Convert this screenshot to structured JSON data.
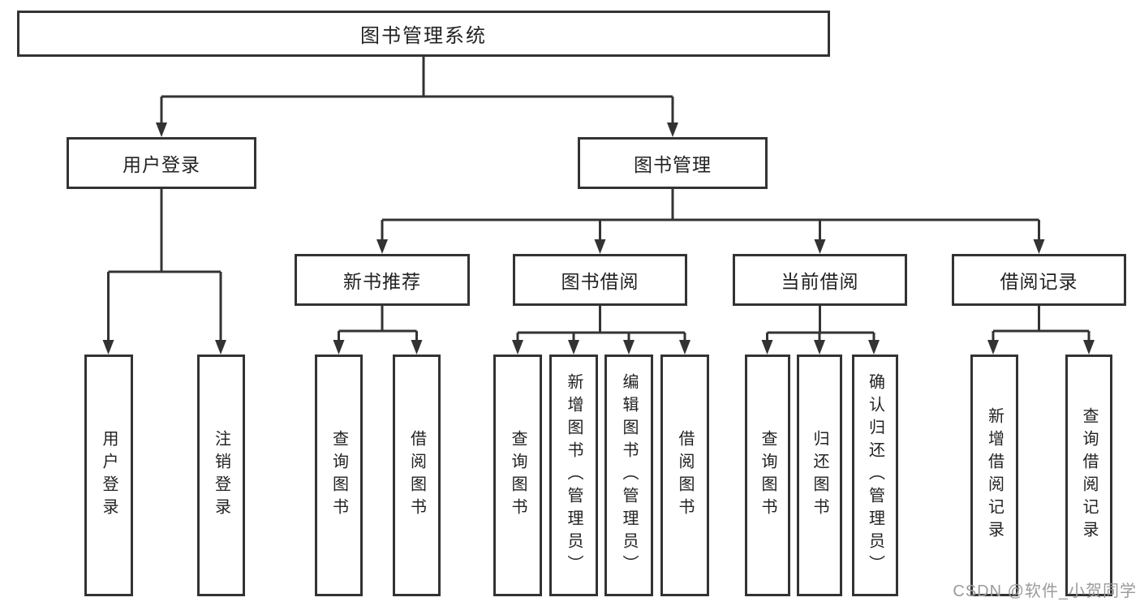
{
  "colors": {
    "line": "#333333",
    "text": "#222222",
    "box_background": "#ffffff",
    "watermark": "#9b9b9b"
  },
  "nodes": {
    "root": "图书管理系统",
    "user_login": "用户登录",
    "book_mgmt": "图书管理",
    "new_book_rec": "新书推荐",
    "book_borrow": "图书借阅",
    "current_borrow": "当前借阅",
    "borrow_records": "借阅记录",
    "leaf_user_login": "用户登录",
    "leaf_logout": "注销登录",
    "leaf_query_books_nbr": "查询图书",
    "leaf_borrow_books_nbr": "借阅图书",
    "leaf_query_books_bb": "查询图书",
    "leaf_add_books": "新增图书（管理员）",
    "leaf_edit_books": "编辑图书（管理员）",
    "leaf_borrow_books_bb": "借阅图书",
    "leaf_query_books_cb": "查询图书",
    "leaf_return_books": "归还图书",
    "leaf_confirm_return": "确认归还（管理员）",
    "leaf_add_record": "新增借阅记录",
    "leaf_query_record": "查询借阅记录"
  },
  "structure": {
    "label": "图书管理系统",
    "children": [
      {
        "label": "用户登录",
        "children": [
          {
            "label": "用户登录"
          },
          {
            "label": "注销登录"
          }
        ]
      },
      {
        "label": "图书管理",
        "children": [
          {
            "label": "新书推荐",
            "children": [
              {
                "label": "查询图书"
              },
              {
                "label": "借阅图书"
              }
            ]
          },
          {
            "label": "图书借阅",
            "children": [
              {
                "label": "查询图书"
              },
              {
                "label": "新增图书（管理员）"
              },
              {
                "label": "编辑图书（管理员）"
              },
              {
                "label": "借阅图书"
              }
            ]
          },
          {
            "label": "当前借阅",
            "children": [
              {
                "label": "查询图书"
              },
              {
                "label": "归还图书"
              },
              {
                "label": "确认归还（管理员）"
              }
            ]
          },
          {
            "label": "借阅记录",
            "children": [
              {
                "label": "新增借阅记录"
              },
              {
                "label": "查询借阅记录"
              }
            ]
          }
        ]
      }
    ]
  },
  "watermark": {
    "text": "CSDN @软件_小贺同学"
  }
}
